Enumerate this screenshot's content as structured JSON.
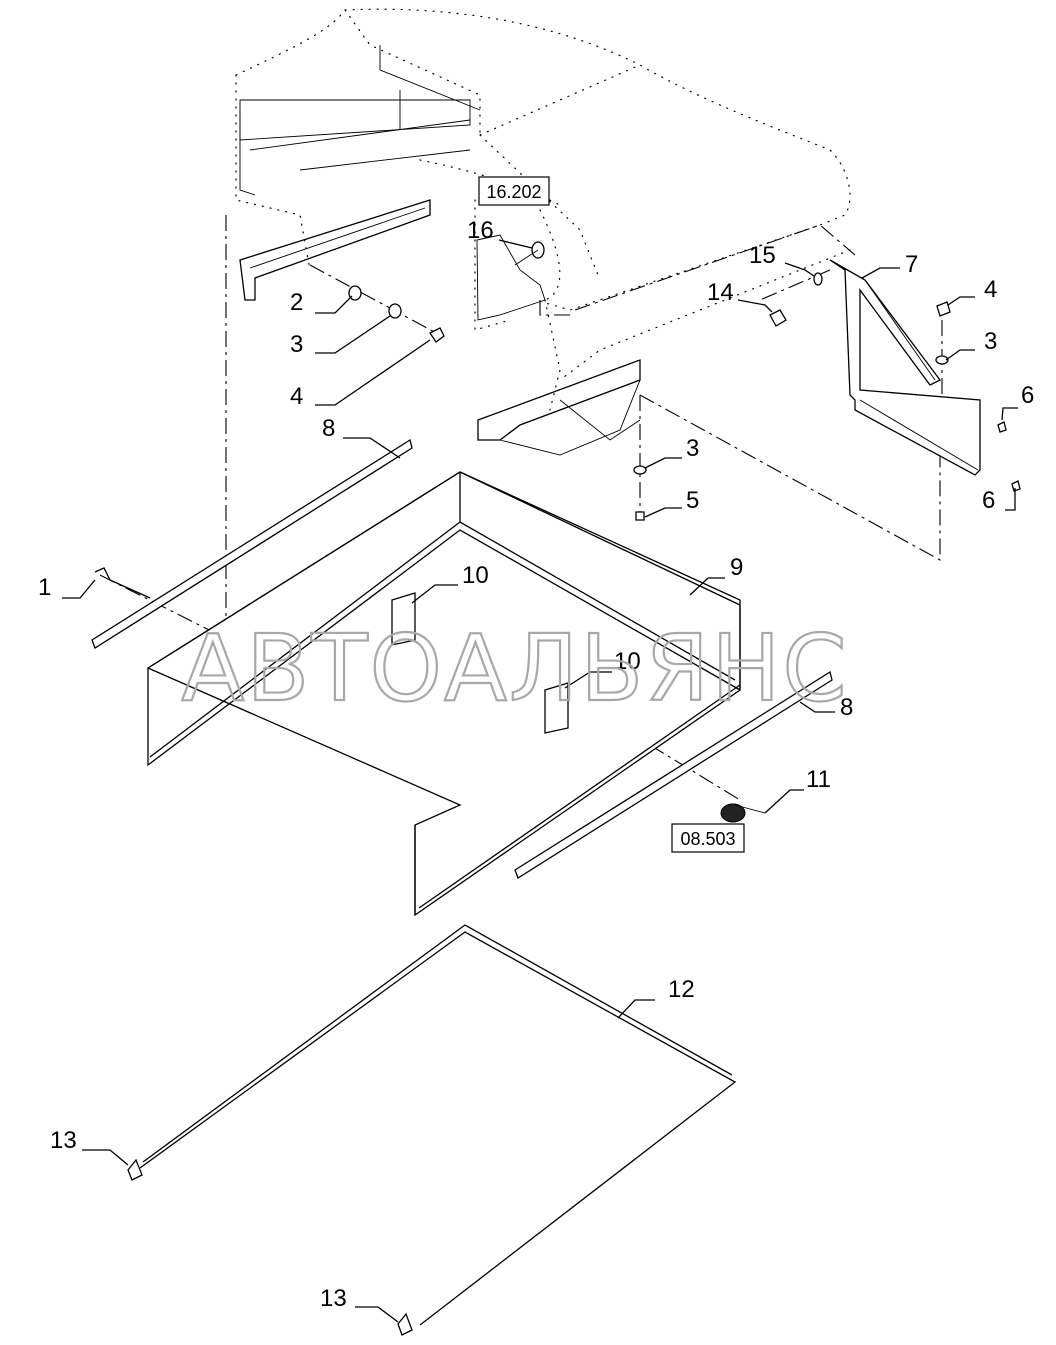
{
  "watermark": "АВТОАЛЬЯНС",
  "reference_boxes": [
    "16.202",
    "08.503"
  ],
  "callouts": {
    "c1": "1",
    "c2": "2",
    "c3a": "3",
    "c4a": "4",
    "c8a": "8",
    "c16": "16",
    "c15": "15",
    "c14": "14",
    "c7": "7",
    "c4b": "4",
    "c3b": "3",
    "c6a": "6",
    "c3c": "3",
    "c5": "5",
    "c6b": "6",
    "c9": "9",
    "c10a": "10",
    "c10b": "10",
    "c8b": "8",
    "c11": "11",
    "c12": "12",
    "c13a": "13",
    "c13b": "13"
  }
}
